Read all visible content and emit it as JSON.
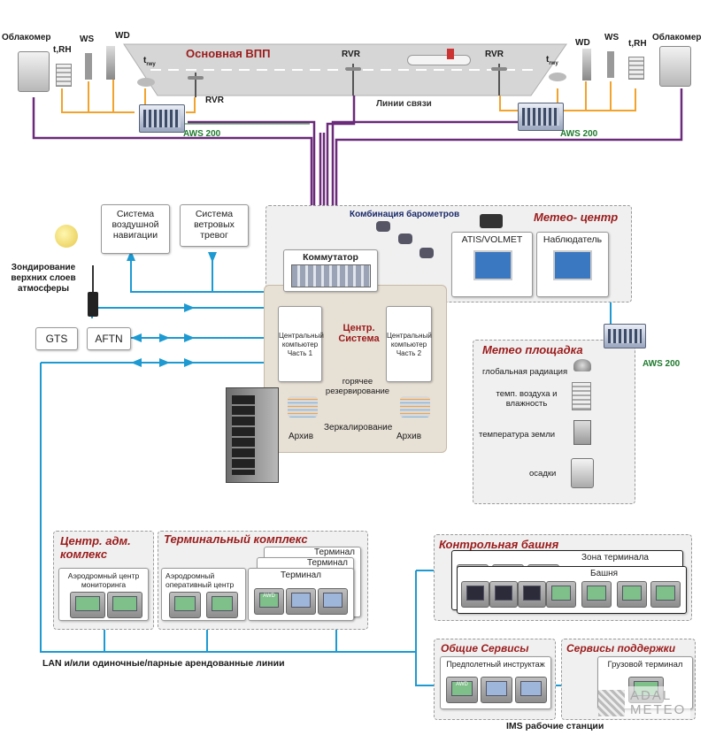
{
  "runway": {
    "title": "Основная ВПП",
    "comms_label": "Линии связи",
    "rvr_labels": [
      "RVR",
      "RVR",
      "RVR"
    ]
  },
  "left_sensors": {
    "ceilometer": "Облакомер",
    "trh": "t,RH",
    "ws": "WS",
    "wd": "WD",
    "tsub": "t",
    "tsub_small": "rwy"
  },
  "right_sensors": {
    "ceilometer": "Облакомер",
    "trh": "t,RH",
    "ws": "WS",
    "wd": "WD",
    "tsub": "t",
    "tsub_small": "rwy"
  },
  "aws_labels": [
    "AWS 200",
    "AWS 200",
    "AWS 200"
  ],
  "external": {
    "air_nav": "Система воздушной навигации",
    "wind_alarm": "Система ветровых тревог",
    "sounding": "Зондирование верхних слоев атмосферы",
    "gts": "GTS",
    "aftn": "AFTN"
  },
  "central": {
    "switch": "Коммутатор",
    "system": "Центр. Система",
    "computer1": "Центральный компьютер Часть 1",
    "computer2": "Центральный компьютер Часть 2",
    "hot_standby": "горячее резервирование",
    "mirroring": "Зеркалирование",
    "archive1": "Архив",
    "archive2": "Архив"
  },
  "meteo_center": {
    "title": "Метео- центр",
    "barometers": "Комбинация барометров",
    "atis": "ATIS/VOLMET",
    "observer": "Наблюдатель"
  },
  "meteo_site": {
    "title": "Метео площадка",
    "items": [
      "глобальная радиация",
      "темп. воздуха и влажность",
      "температура земли",
      "осадки"
    ]
  },
  "admin": {
    "title": "Центр. адм. комлекс",
    "monitoring": "Аэродромный центр мониторинга"
  },
  "terminal_complex": {
    "title": "Терминальный комплекс",
    "terminal_stack": [
      "Терминал",
      "Терминал",
      "Терминал"
    ],
    "ops_center": "Аэродромный оперативный центр",
    "awd": "AWD"
  },
  "tower": {
    "title": "Контрольная башня",
    "zone": "Зона терминала",
    "tower": "Башня"
  },
  "common_services": {
    "title": "Общие Сервисы",
    "briefing": "Предполетный инструктаж",
    "awd": "AWD"
  },
  "support_services": {
    "title": "Сервисы поддержки",
    "cargo": "Грузовой терминал"
  },
  "network": {
    "lan": "LAN и/или одиночные/парные арендованные линии",
    "ims": "IMS рабочие станции"
  },
  "logo": {
    "text1": "ADAL",
    "text2": "METEO"
  },
  "colors": {
    "purple_link": "#6b2a7a",
    "orange_link": "#f2a32b",
    "blue_link": "#1d9ad1",
    "title_red": "#9b1b1b",
    "aws_green": "#1f7a2e"
  }
}
